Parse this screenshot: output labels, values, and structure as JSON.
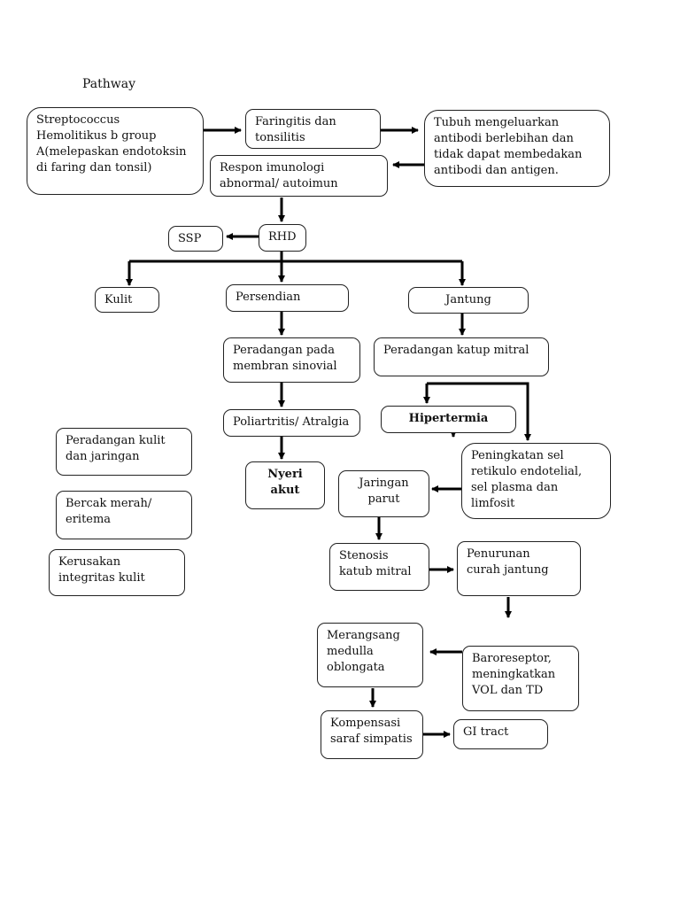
{
  "title": "Pathway",
  "nodes": {
    "streptococcus": "Streptococcus\nHemolitikus b group\nA(melepaskan endotoksin\ndi faring dan tonsil)",
    "faringitis": "Faringitis dan\ntonsilitis",
    "tubuh": "Tubuh mengeluarkan\nantibodi berlebihan dan\ntidak dapat membedakan\nantibodi dan antigen.",
    "respon": "Respon imunologi\nabnormal/ autoimun",
    "ssp": "SSP",
    "rhd": "RHD",
    "kulit": "Kulit",
    "persendian": "Persendian",
    "jantung": "Jantung",
    "peradangan_sinovial": "Peradangan pada\nmembran sinovial",
    "peradangan_mitral": "Peradangan katup mitral",
    "poliartritis": "Poliartritis/ Atralgia",
    "hipertermia": "Hipertermia",
    "peradangan_kulit": "Peradangan kulit\ndan jaringan",
    "bercak": "Bercak merah/\neritema",
    "kerusakan": "Kerusakan\nintegritas kulit",
    "nyeri": "Nyeri\nakut",
    "peningkatan": "Peningkatan sel\nretikulo endotelial,\nsel plasma dan\nlimfosit",
    "jaringan_parut": "Jaringan\nparut",
    "stenosis": "Stenosis\nkatub mitral",
    "penurunan": "Penurunan\ncurah jantung",
    "merangsang": "Merangsang\nmedulla\noblongata",
    "baroreseptor": "Baroreseptor,\nmeningkatkan\nVOL dan TD",
    "kompensasi": "Kompensasi\nsaraf simpatis",
    "gi": "GI tract"
  }
}
